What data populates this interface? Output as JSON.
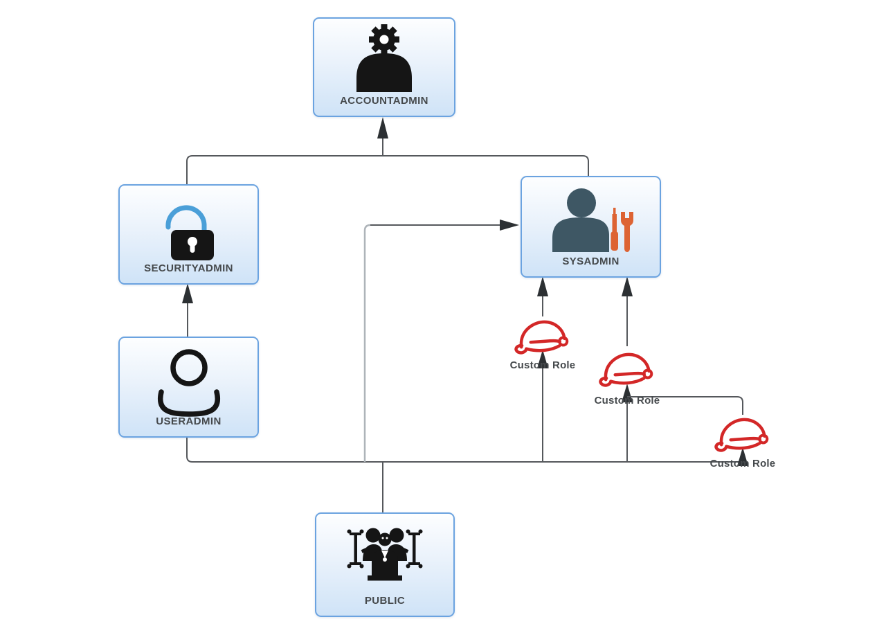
{
  "diagram": {
    "type": "role-hierarchy",
    "nodes": {
      "accountadmin": {
        "label": "ACCOUNTADMIN",
        "icon": "user-with-gear-icon"
      },
      "securityadmin": {
        "label": "SECURITYADMIN",
        "icon": "open-padlock-icon"
      },
      "sysadmin": {
        "label": "SYSADMIN",
        "icon": "user-with-tools-icon"
      },
      "useradmin": {
        "label": "USERADMIN",
        "icon": "user-outline-icon"
      },
      "public": {
        "label": "PUBLIC",
        "icon": "people-group-icon"
      }
    },
    "custom_roles": [
      {
        "label": "Custom Role",
        "icon": "hard-hat-icon"
      },
      {
        "label": "Custom Role",
        "icon": "hard-hat-icon"
      },
      {
        "label": "Custom Role",
        "icon": "hard-hat-icon"
      }
    ],
    "edges": [
      {
        "from": "SECURITYADMIN",
        "to": "ACCOUNTADMIN"
      },
      {
        "from": "SYSADMIN",
        "to": "ACCOUNTADMIN"
      },
      {
        "from": "USERADMIN",
        "to": "SECURITYADMIN"
      },
      {
        "from": "PUBLIC",
        "to": "USERADMIN"
      },
      {
        "from": "PUBLIC",
        "to": "SYSADMIN"
      },
      {
        "from": "PUBLIC",
        "to": "Custom Role 1"
      },
      {
        "from": "PUBLIC",
        "to": "Custom Role 2"
      },
      {
        "from": "PUBLIC",
        "to": "Custom Role 3"
      },
      {
        "from": "Custom Role 1",
        "to": "SYSADMIN"
      },
      {
        "from": "Custom Role 2",
        "to": "SYSADMIN"
      },
      {
        "from": "Custom Role 3",
        "to": "Custom Role 2"
      }
    ],
    "colors": {
      "node_border": "#6ba3e0",
      "node_fill_top": "#fdfeff",
      "node_fill_bottom": "#cfe3f7",
      "node_label": "#45494c",
      "edge": "#55585c",
      "edge_light": "#aeb4b9",
      "arrowhead": "#2c3033",
      "custom_role_red": "#d32727",
      "black_icon": "#151515",
      "sysadmin_slate": "#3e5764",
      "sysadmin_orange": "#dd6333",
      "padlock_shackle": "#4a9fd8"
    }
  }
}
